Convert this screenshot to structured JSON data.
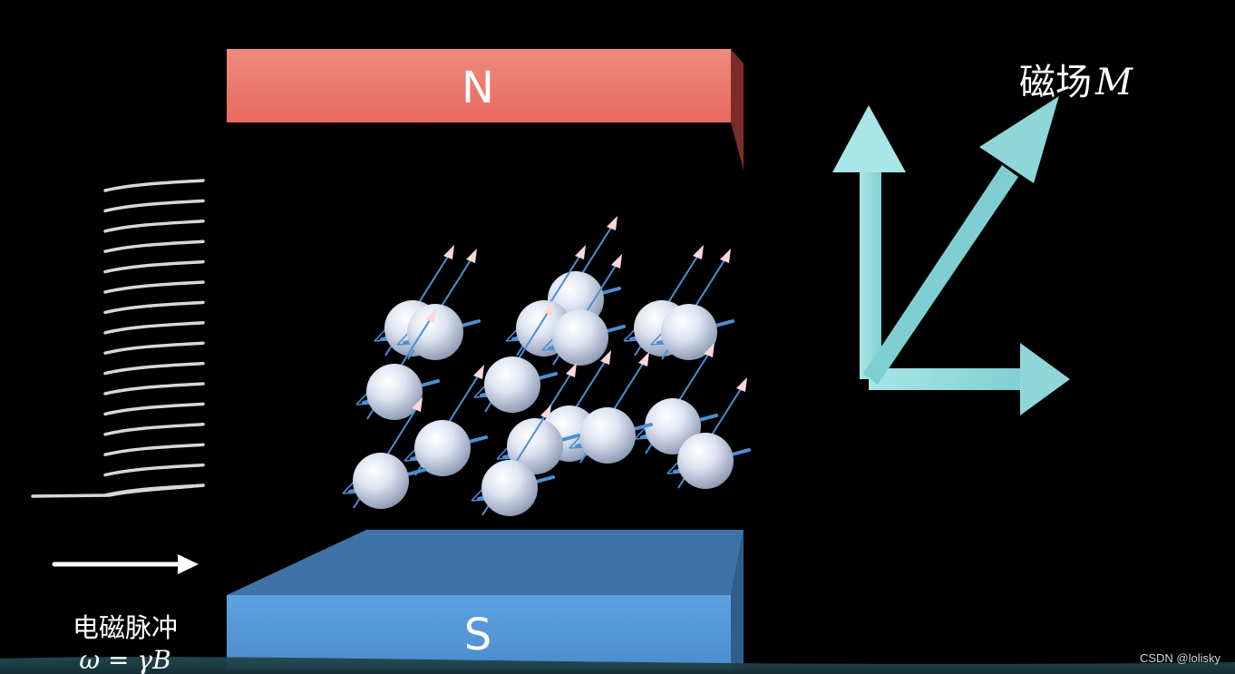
{
  "magnet": {
    "north_label": "N",
    "south_label": "S",
    "north_color": "#ee7a6e",
    "south_color": "#5b9bd8"
  },
  "field": {
    "label_prefix": "磁场",
    "label_symbol": "M",
    "arrow_color": "#8fd6d8"
  },
  "pulse": {
    "label": "电磁脉冲",
    "formula": "ω = γB"
  },
  "watermark": "CSDN @lolisky",
  "colors": {
    "background": "#000000",
    "sphere": "#dfe6f3",
    "spin_arrow": "#4c8fd6",
    "spin_arrow_head": "#ffd6dd",
    "coil": "#d8d8d8",
    "water_band": "#1a3a40"
  }
}
